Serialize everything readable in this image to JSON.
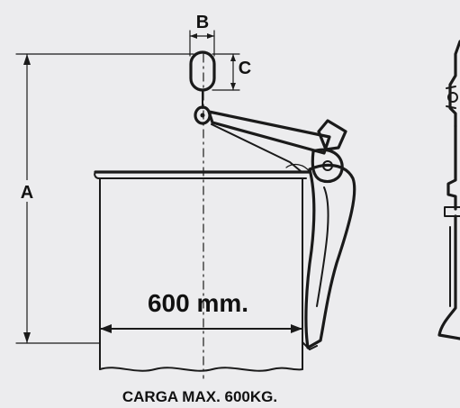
{
  "labels": {
    "dim_a": "A",
    "dim_b": "B",
    "dim_c": "C",
    "width": "600 mm.",
    "caption": "CARGA MAX. 600KG."
  },
  "colors": {
    "background": "#ececee",
    "ink": "#1a1a1a"
  }
}
